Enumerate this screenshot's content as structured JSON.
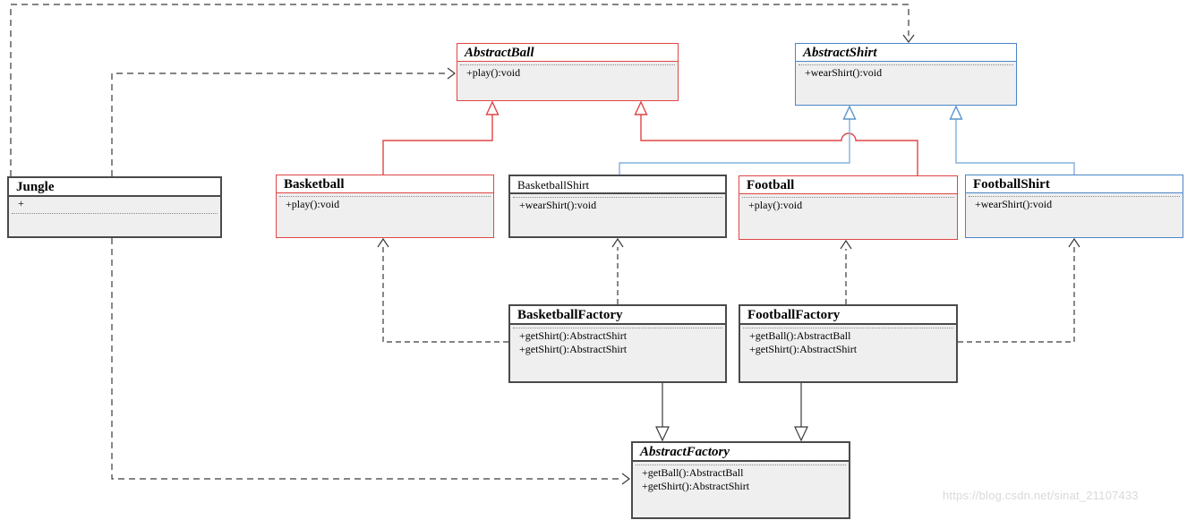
{
  "watermark": "https://blog.csdn.net/sinat_21107433",
  "colors": {
    "red_accent": "#e04545",
    "blue_accent": "#4a86c8",
    "blue_line": "#82b1dd",
    "dark_line": "#3a3a3a",
    "compartment_bg": "#efefef"
  },
  "classes": {
    "jungle": {
      "name": "Jungle",
      "abstract": false,
      "attributes": [
        "+"
      ],
      "methods": []
    },
    "abstract_ball": {
      "name": "AbstractBall",
      "abstract": true,
      "attributes": [],
      "methods": [
        "+play():void"
      ]
    },
    "abstract_shirt": {
      "name": "AbstractShirt",
      "abstract": true,
      "attributes": [],
      "methods": [
        "+wearShirt():void"
      ]
    },
    "basketball": {
      "name": "Basketball",
      "abstract": false,
      "attributes": [],
      "methods": [
        "+play():void"
      ]
    },
    "basketball_shirt": {
      "name": "BasketballShirt",
      "abstract": false,
      "attributes": [],
      "methods": [
        "+wearShirt():void"
      ]
    },
    "football": {
      "name": "Football",
      "abstract": false,
      "attributes": [],
      "methods": [
        "+play():void"
      ]
    },
    "football_shirt": {
      "name": "FootballShirt",
      "abstract": false,
      "attributes": [],
      "methods": [
        "+wearShirt():void"
      ]
    },
    "basketball_factory": {
      "name": "BasketballFactory",
      "abstract": false,
      "attributes": [],
      "methods": [
        "+getShirt():AbstractShirt",
        "+getShirt():AbstractShirt"
      ]
    },
    "football_factory": {
      "name": "FootballFactory",
      "abstract": false,
      "attributes": [],
      "methods": [
        "+getBall():AbstractBall",
        "+getShirt():AbstractShirt"
      ]
    },
    "abstract_factory": {
      "name": "AbstractFactory",
      "abstract": true,
      "attributes": [],
      "methods": [
        "+getBall():AbstractBall",
        "+getShirt():AbstractShirt"
      ]
    }
  },
  "relationships": [
    {
      "from": "Jungle",
      "to": "AbstractBall",
      "type": "dependency"
    },
    {
      "from": "Jungle",
      "to": "AbstractShirt",
      "type": "dependency"
    },
    {
      "from": "Jungle",
      "to": "AbstractFactory",
      "type": "dependency"
    },
    {
      "from": "Basketball",
      "to": "AbstractBall",
      "type": "generalization"
    },
    {
      "from": "Football",
      "to": "AbstractBall",
      "type": "generalization"
    },
    {
      "from": "BasketballShirt",
      "to": "AbstractShirt",
      "type": "generalization"
    },
    {
      "from": "FootballShirt",
      "to": "AbstractShirt",
      "type": "generalization"
    },
    {
      "from": "BasketballFactory",
      "to": "AbstractFactory",
      "type": "generalization"
    },
    {
      "from": "FootballFactory",
      "to": "AbstractFactory",
      "type": "generalization"
    },
    {
      "from": "BasketballFactory",
      "to": "Basketball",
      "type": "dependency"
    },
    {
      "from": "BasketballFactory",
      "to": "BasketballShirt",
      "type": "dependency"
    },
    {
      "from": "FootballFactory",
      "to": "Football",
      "type": "dependency"
    },
    {
      "from": "FootballFactory",
      "to": "FootballShirt",
      "type": "dependency"
    }
  ]
}
